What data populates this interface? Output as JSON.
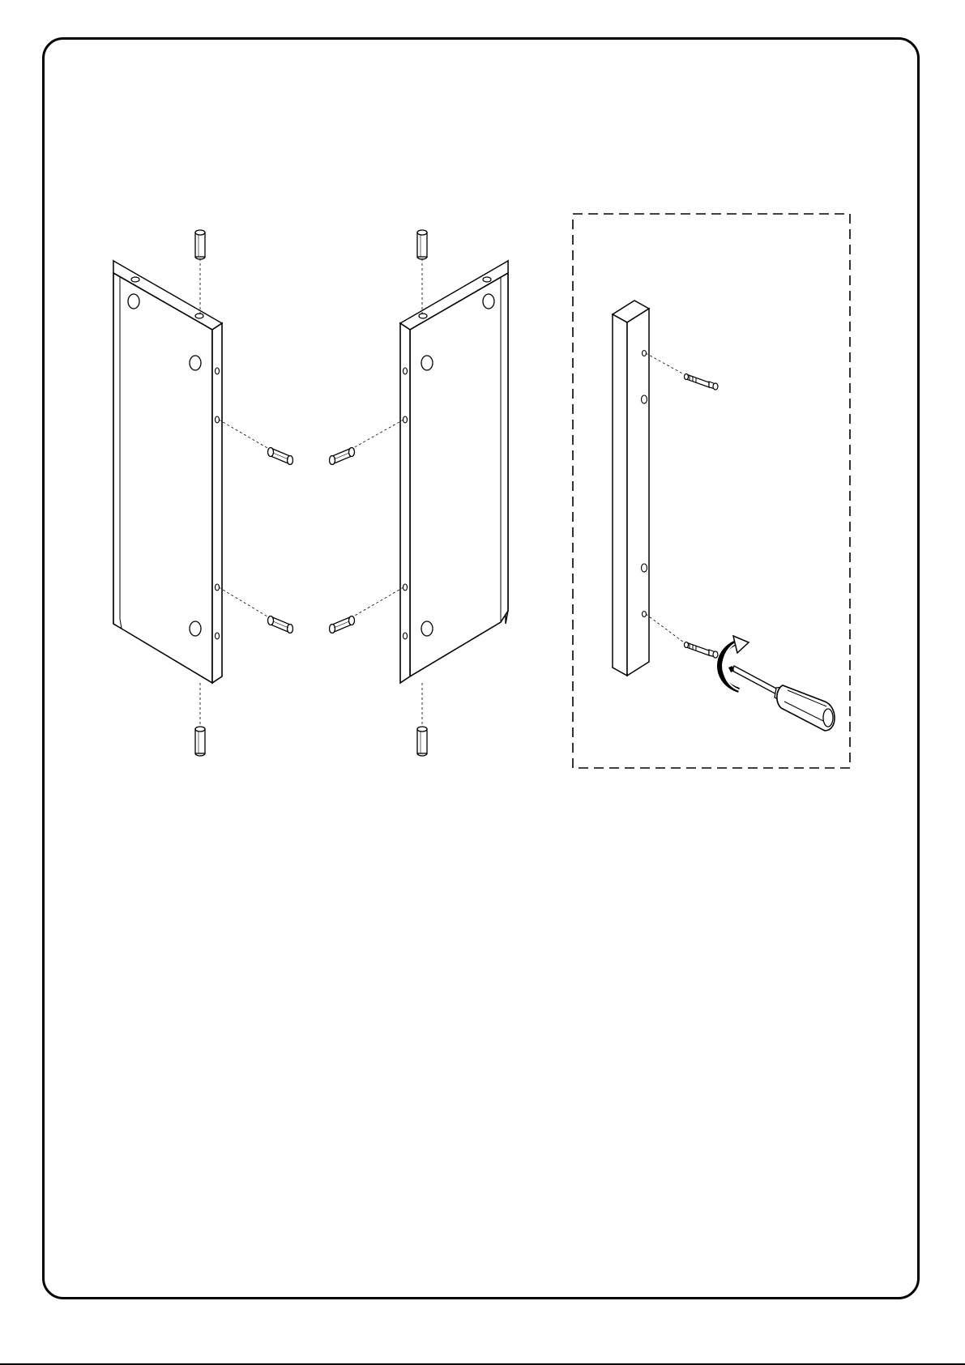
{
  "document": {
    "type": "assembly-instructions-page",
    "text_content": [],
    "colors": {
      "line": "#000000",
      "background": "#ffffff",
      "panel_face": "#ffffff"
    },
    "figures": [
      {
        "id": "left-panel-assembly",
        "parts": [
          "side-panel",
          "wooden-dowel",
          "wooden-dowel",
          "wooden-dowel",
          "wooden-dowel"
        ],
        "hidden_dowel_count": 4
      },
      {
        "id": "right-panel-assembly",
        "parts": [
          "side-panel",
          "wooden-dowel",
          "wooden-dowel",
          "wooden-dowel",
          "wooden-dowel"
        ],
        "hidden_dowel_count": 4
      },
      {
        "id": "cam-bolt-detail",
        "framed": true,
        "frame_style": "dashed",
        "parts": [
          "rail",
          "cam-bolt",
          "cam-bolt",
          "screwdriver"
        ],
        "rotation_direction": "clockwise"
      }
    ]
  }
}
